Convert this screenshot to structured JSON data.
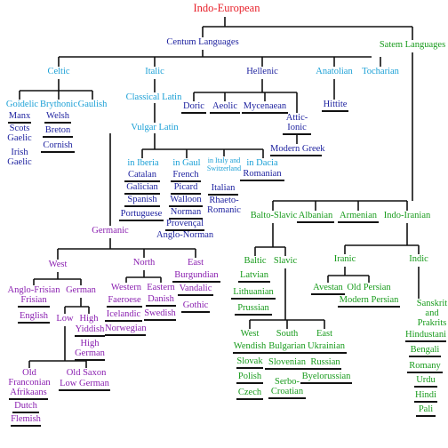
{
  "colors": {
    "red": "#e8202a",
    "navy": "#1b1f9e",
    "cyan": "#1ba0d6",
    "purple": "#8a1fb0",
    "green": "#189b1c",
    "line": "#111111"
  },
  "nodes": {
    "indo_european": "Indo-European",
    "centum": "Centum Languages",
    "satem": "Satem Languages",
    "celtic": "Celtic",
    "italic": "Italic",
    "hellenic": "Hellenic",
    "anatolian": "Anatolian",
    "tocharian": "Tocharian",
    "goidelic": "Goidelic",
    "brythonic": "Brythonic",
    "gaulish": "Gaulish",
    "manx": "Manx",
    "scots_gaelic": "Scots Gaelic",
    "irish_gaelic": "Irish Gaelic",
    "welsh": "Welsh",
    "breton": "Breton",
    "cornish": "Cornish",
    "classical_latin": "Classical Latin",
    "vulgar_latin": "Vulgar Latin",
    "doric": "Doric",
    "aeolic": "Aeolic",
    "mycenaean": "Mycenaean",
    "attic_ionic": "Attic-Ionic",
    "modern_greek": "Modern Greek",
    "hittite": "Hittite",
    "in_iberia": "in Iberia",
    "catalan": "Catalan",
    "galician": "Galician",
    "spanish": "Spanish",
    "portuguese": "Portuguese",
    "in_gaul": "in Gaul",
    "french": "French",
    "picard": "Picard",
    "walloon": "Walloon",
    "norman": "Norman",
    "provencal": "Provençal",
    "anglo_norman": "Anglo-Norman",
    "in_italy_switzerland": "in Italy and Switzerland",
    "italian": "Italian",
    "rhaeto_romanic": "Rhaeto-Romanic",
    "in_dacia": "in Dacia",
    "romanian": "Romanian",
    "germanic": "Germanic",
    "west": "West",
    "north": "North",
    "east": "East",
    "anglo_frisian": "Anglo-Frisian",
    "frisian": "Frisian",
    "english": "English",
    "german": "German",
    "low": "Low",
    "high": "High",
    "yiddish": "Yiddish",
    "high_german": "High German",
    "old_franconian": "Old Franconian",
    "afrikaans": "Afrikaans",
    "dutch": "Dutch",
    "flemish": "Flemish",
    "old_saxon": "Old Saxon",
    "low_german": "Low German",
    "western": "Western",
    "faeroese": "Faeroese",
    "icelandic": "Icelandic",
    "norwegian": "Norwegian",
    "eastern": "Eastern",
    "danish": "Danish",
    "swedish": "Swedish",
    "burgundian": "Burgundian",
    "vandalic": "Vandalic",
    "gothic": "Gothic",
    "balto_slavic": "Balto-Slavic",
    "albanian": "Albanian",
    "armenian": "Armenian",
    "indo_iranian": "Indo-Iranian",
    "baltic": "Baltic",
    "latvian": "Latvian",
    "lithuanian": "Lithuanian",
    "prussian": "Prussian",
    "slavic": "Slavic",
    "west_slavic": "West",
    "wendish": "Wendish",
    "slovak": "Slovak",
    "polish": "Polish",
    "czech": "Czech",
    "south_slavic": "South",
    "bulgarian": "Bulgarian",
    "slovenian": "Slovenian",
    "serbo_croatian": "Serbo-Croatian",
    "east_slavic": "East",
    "ukrainian": "Ukrainian",
    "russian": "Russian",
    "byelorussian": "Byelorussian",
    "iranic": "Iranic",
    "avestan": "Avestan",
    "old_persian": "Old Persian",
    "modern_persian": "Modern Persian",
    "indic": "Indic",
    "sanskrit_prakrits": "Sanskrit and Prakrits",
    "hindustani": "Hindustani",
    "bengali": "Bengali",
    "romany": "Romany",
    "urdu": "Urdu",
    "hindi": "Hindi",
    "pali": "Pali"
  }
}
